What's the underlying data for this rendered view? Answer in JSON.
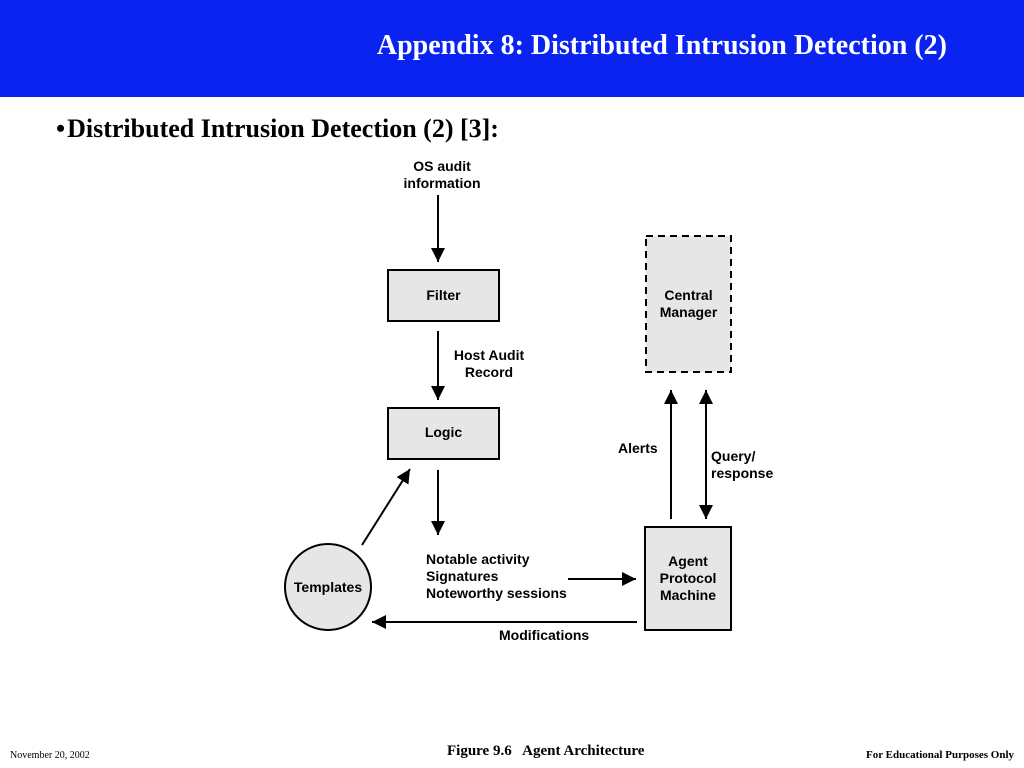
{
  "header": {
    "title": "Appendix 8: Distributed Intrusion Detection (2)",
    "background": "#0a23f0"
  },
  "bullet": {
    "symbol": "•",
    "text": "Distributed Intrusion Detection (2) [3]:"
  },
  "diagram": {
    "nodes": {
      "os_audit": [
        "OS audit",
        "information"
      ],
      "filter": "Filter",
      "logic": "Logic",
      "central_manager": [
        "Central",
        "Manager"
      ],
      "agent_protocol_machine": [
        "Agent",
        "Protocol",
        "Machine"
      ],
      "templates": "Templates"
    },
    "edges": {
      "host_audit_record": [
        "Host Audit",
        "Record"
      ],
      "alerts": "Alerts",
      "query_response": [
        "Query/",
        "response"
      ],
      "notable": [
        "Notable activity",
        "Signatures",
        "Noteworthy sessions"
      ],
      "modifications": "Modifications"
    },
    "caption": "Figure 9.6   Agent Architecture"
  },
  "footer": {
    "date": "November 20,  2002",
    "note": "For Educational Purposes Only"
  }
}
